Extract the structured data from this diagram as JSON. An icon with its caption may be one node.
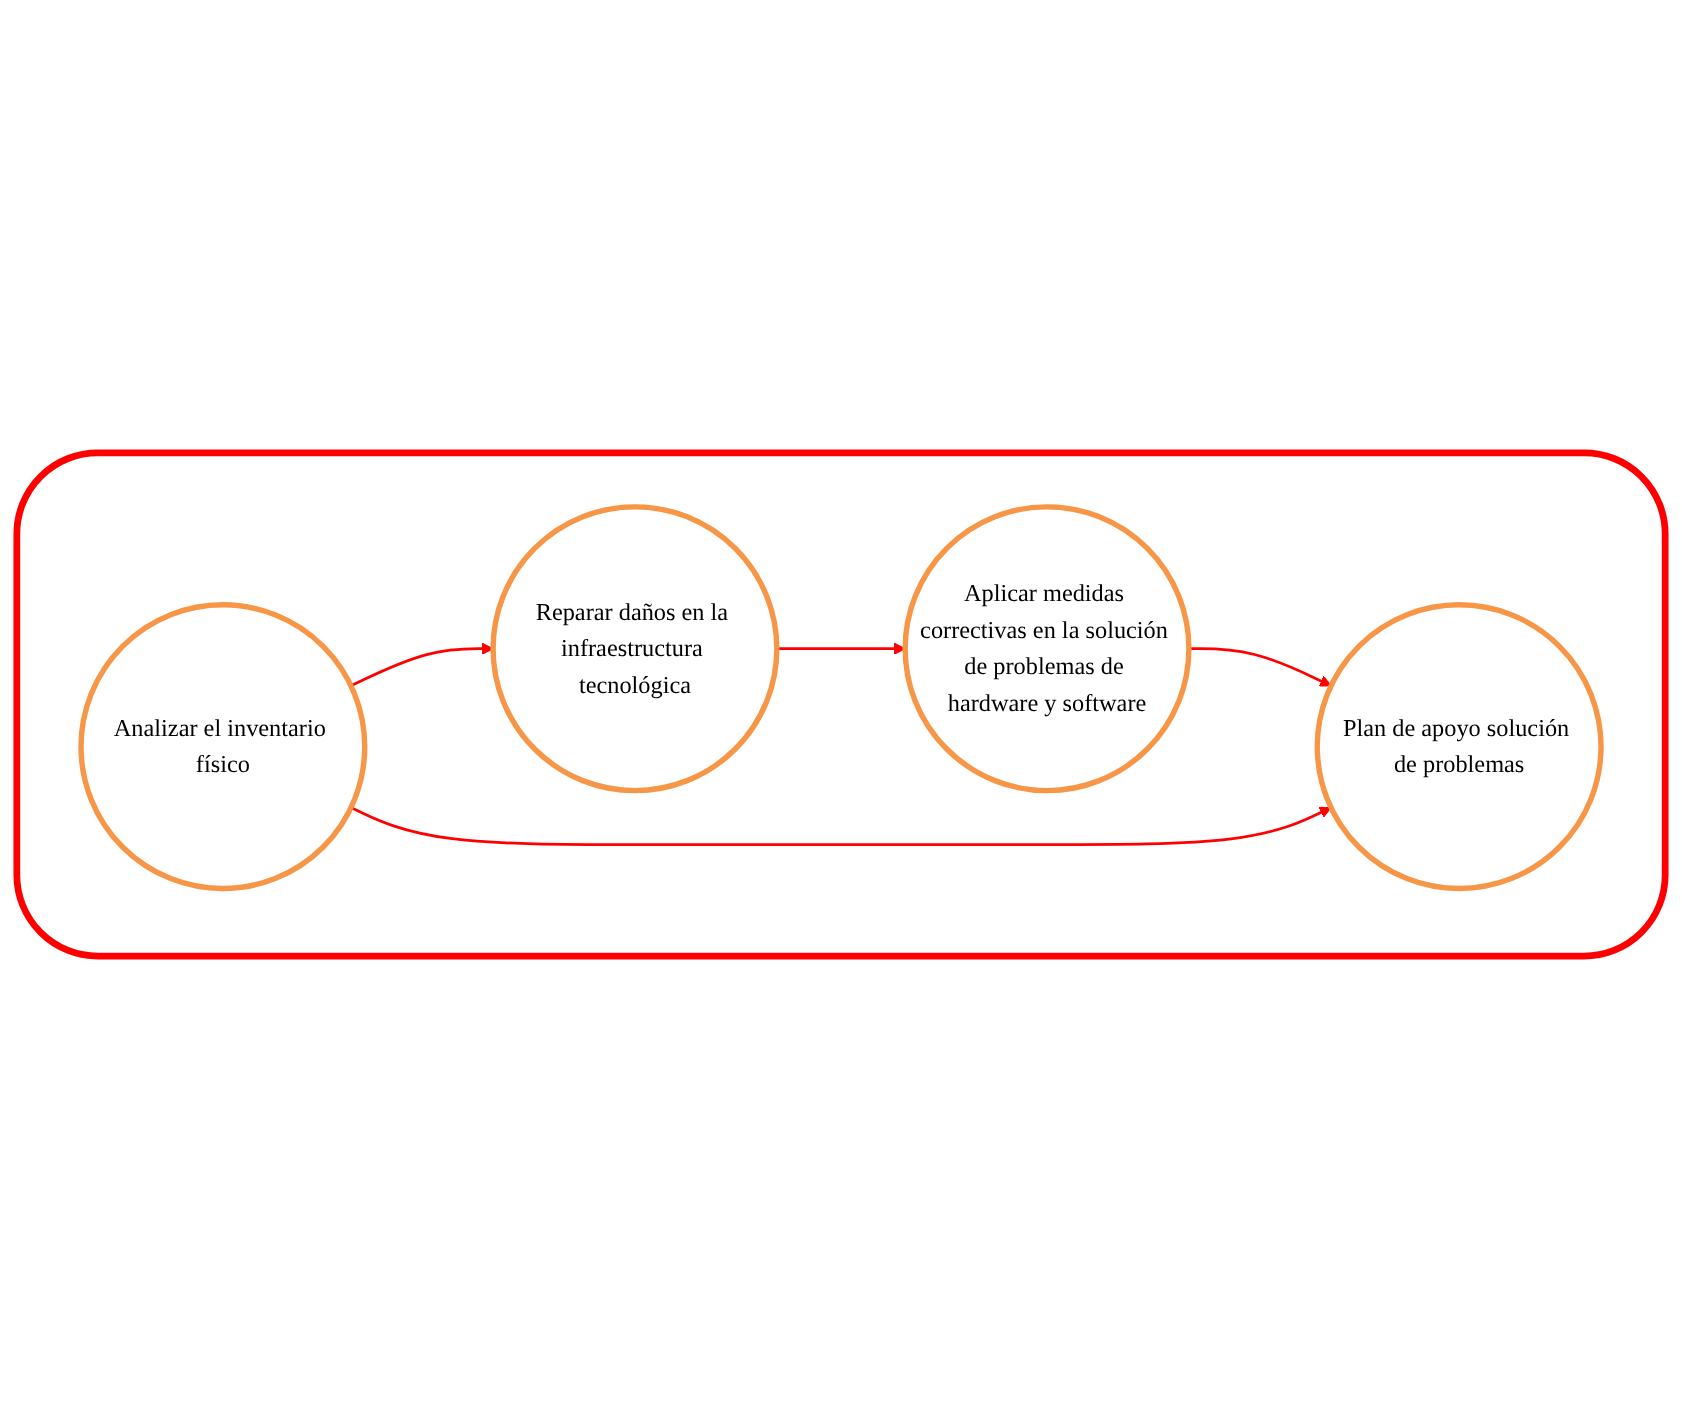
{
  "diagram": {
    "nodes": [
      {
        "text": [],
        "shape": "cloud"
      },
      {
        "text": [
          "Reparar daños en la infraestructura tecnológica"
        ],
        "in": 0
      },
      {
        "text": [
          "Aplicar medidas correctivas en la solución de problemas de hardware y software"
        ],
        "in": 0
      },
      {
        "text": [
          "Analizar el inventario físico"
        ],
        "in": 0
      },
      {
        "text": [
          "Plan de apoyo solución de problemas"
        ],
        "in": 0
      }
    ],
    "edges": [
      {
        "from": 3,
        "to": 1,
        "arrow": "to"
      },
      {
        "from": 1,
        "to": 2,
        "arrow": "to"
      },
      {
        "from": 2,
        "to": 4,
        "arrow": "to"
      },
      {
        "from": 3,
        "to": 4,
        "arrow": "to"
      }
    ]
  }
}
